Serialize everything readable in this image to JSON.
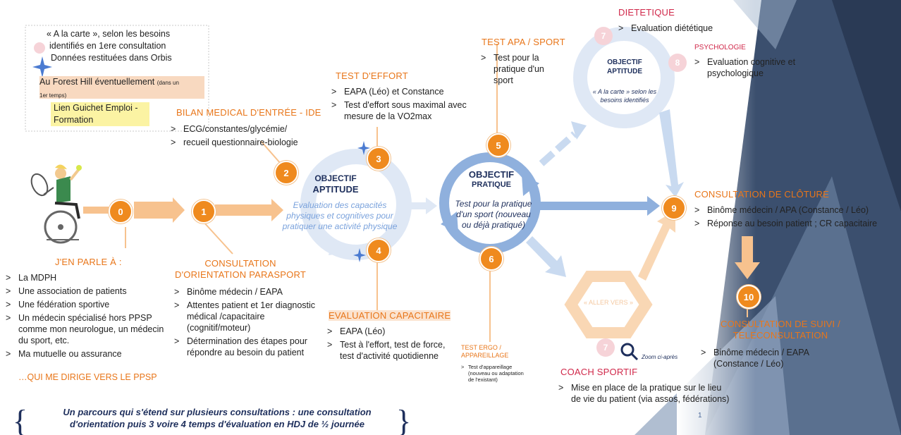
{
  "top_left_box": {
    "line1": "« A la carte », selon les besoins",
    "line2": "identifiés en 1ere consultation",
    "line3": "Données restituées dans Orbis",
    "line4": "Au Forest Hill éventuellement",
    "line4_small": "(dans un",
    "line4_small2": "1er temps)",
    "line5": "Lien Guichet Emploi -",
    "line6": "Formation"
  },
  "steps": {
    "s0": "0",
    "s1": "1",
    "s2": "2",
    "s3": "3",
    "s4": "4",
    "s5": "5",
    "s6": "6",
    "s7a": "7",
    "s7b": "8",
    "s7c": "7",
    "s9": "9",
    "s10": "10"
  },
  "bilan": {
    "title": "BILAN MEDICAL D'ENTRÉE - IDE",
    "items": [
      "ECG/constantes/glycémie/",
      "recueil questionnaire-biologie"
    ]
  },
  "test_effort": {
    "title": "TEST D'EFFORT",
    "items": [
      "EAPA (Léo) et Constance",
      "Test d'effort sous maximal avec mesure de la VO2max"
    ]
  },
  "test_apa": {
    "title": "TEST APA / SPORT",
    "items": [
      "Test pour la pratique d'un sport"
    ]
  },
  "dietetique": {
    "title": "DIETETIQUE",
    "items": [
      "Evaluation diététique"
    ]
  },
  "psychologie": {
    "title": "PSYCHOLOGIE",
    "items": [
      "Evaluation cognitive et psychologique"
    ]
  },
  "objectif_aptitude_1": {
    "title_line1": "OBJECTIF",
    "title_line2": "APTITUDE",
    "body": "Evaluation des capacités physiques et cognitives pour pratiquer une activité physique"
  },
  "objectif_pratique": {
    "title_line1": "OBJECTIF",
    "title_line2": "PRATIQUE",
    "body": "Test pour la pratique d'un sport (nouveau ou déjà pratiqué)"
  },
  "objectif_aptitude_2": {
    "title_line1": "OBJECTIF",
    "title_line2": "APTITUDE",
    "body": "« A la carte » selon les besoins identifiés"
  },
  "jen_parle": {
    "title": "J'EN PARLE À :",
    "items": [
      "La MDPH",
      "Une association de patients",
      "Une fédération sportive",
      "Un médecin spécialisé hors PPSP comme mon neurologue, un médecin du sport, etc.",
      "Ma mutuelle ou assurance"
    ],
    "footer": "…QUI ME DIRIGE VERS LE PPSP"
  },
  "consultation_orientation": {
    "title_line1": "CONSULTATION",
    "title_line2": "D'ORIENTATION PARASPORT",
    "items": [
      "Binôme médecin / EAPA",
      "Attentes patient et 1er diagnostic médical /capacitaire (cognitif/moteur)",
      "Détermination des étapes pour répondre au besoin du patient"
    ]
  },
  "evaluation_capacitaire": {
    "title": "EVALUATION CAPACITAIRE",
    "items": [
      "EAPA (Léo)",
      "Test à l'effort, test de force, test d'activité quotidienne"
    ]
  },
  "test_ergo": {
    "title_line1": "TEST ERGO /",
    "title_line2": "APPAREILLAGE",
    "items": [
      "Test d'appareillage (nouveau ou adaptation de l'existant)"
    ]
  },
  "aller_vers": "« ALLER VERS »",
  "zoom": "Zoom ci-après",
  "coach": {
    "title": "COACH SPORTIF",
    "items": [
      "Mise en place de la pratique sur le lieu de vie du patient (via assos, fédérations)"
    ]
  },
  "cloture": {
    "title": "CONSULTATION DE CLÔTURE",
    "items": [
      "Binôme médecin / APA (Constance / Léo)",
      "Réponse au besoin patient ; CR capacitaire"
    ]
  },
  "suivi": {
    "title_line1": "CONSULTATION DE SUIVI /",
    "title_line2": "TELECONSULTATION",
    "items": [
      "Binôme médecin / EAPA (Constance / Léo)"
    ]
  },
  "bottom_note": {
    "line1": "Un parcours qui s'étend sur plusieurs consultations : une consultation",
    "line2": "d'orientation puis 3 voire 4 temps d'évaluation en HDJ de ½ journée"
  },
  "page_number": "1",
  "colors": {
    "orange": "#ef8a1e",
    "light_orange": "#f7c28e",
    "light_blue": "#c9daf0",
    "mid_blue": "#8fb0dd",
    "red": "#d0284a",
    "navy": "#1e2f5c"
  }
}
